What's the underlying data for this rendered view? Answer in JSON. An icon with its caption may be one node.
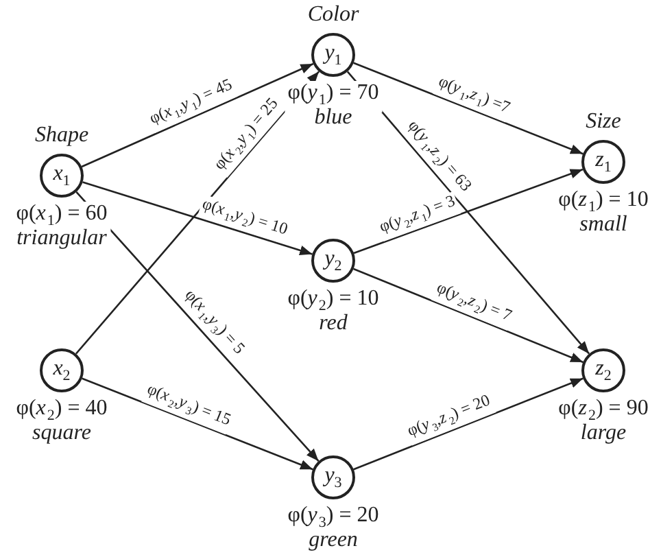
{
  "diagram": {
    "nodes": [
      {
        "text": [
          "Shape",
          "*x*$_{1}$"
        ],
        "beside": [
          "φ(*x*$_{1}$) = 60",
          "triangular"
        ]
      },
      {
        "text": [
          "*x*$_{2}$"
        ],
        "beside": [
          "φ(*x*$_{2}$) = 40",
          "square"
        ]
      },
      {
        "text": [
          "Color",
          "*y*$_{1}$"
        ],
        "beside": [
          "φ(*y*$_{1}$) = 70",
          "blue"
        ]
      },
      {
        "text": [
          "*y*$_{2}$"
        ],
        "beside": [
          "φ(*y*$_{2}$) = 10",
          "red"
        ]
      },
      {
        "text": [
          "*y*$_{3}$"
        ],
        "beside": [
          "φ(*y*$_{3}$) = 20",
          "green"
        ]
      },
      {
        "text": [
          "Size",
          "*z*$_{1}$"
        ],
        "beside": [
          "φ(*z*$_{1}$) = 10",
          "small"
        ]
      },
      {
        "text": [
          "*z*$_{2}$"
        ],
        "beside": [
          "φ(*z*$_{2}$) = 90",
          "large"
        ]
      }
    ],
    "edges": [
      {
        "from": 0,
        "to": 2,
        "arrow": "to",
        "label": "φ(*x*$_{1}$,*y*$_{1}$) = 45"
      },
      {
        "from": 1,
        "to": 2,
        "arrow": "to",
        "label": "φ(*x*$_{2}$,*y*$_{1}$) = 25"
      },
      {
        "from": 0,
        "to": 3,
        "arrow": "to",
        "label": "φ(*x*$_{1}$,*y*$_{2}$) = 10"
      },
      {
        "from": 0,
        "to": 4,
        "arrow": "to",
        "label": "φ(*x*$_{1}$,*y*$_{3}$) = 5"
      },
      {
        "from": 1,
        "to": 4,
        "arrow": "to",
        "label": "φ(*x*$_{2}$,*y*$_{3}$) = 15"
      },
      {
        "from": 2,
        "to": 5,
        "arrow": "to",
        "label": "φ(*y*$_{1}$,*z*$_{1}$) =7"
      },
      {
        "from": 2,
        "to": 6,
        "arrow": "to",
        "label": "φ(*y*$_{1}$,*z*$_{2}$) = 63"
      },
      {
        "from": 3,
        "to": 5,
        "arrow": "to",
        "label": "φ(*y*$_{2}$,*z*$_{1}$) = 3"
      },
      {
        "from": 3,
        "to": 6,
        "arrow": "to",
        "label": "φ(*y*$_{2}$,*z*$_{2}$) = 7"
      },
      {
        "from": 4,
        "to": 6,
        "arrow": "to",
        "label": "φ(*y*$_{3}$,*z*$_{2}$) = 20"
      }
    ]
  }
}
